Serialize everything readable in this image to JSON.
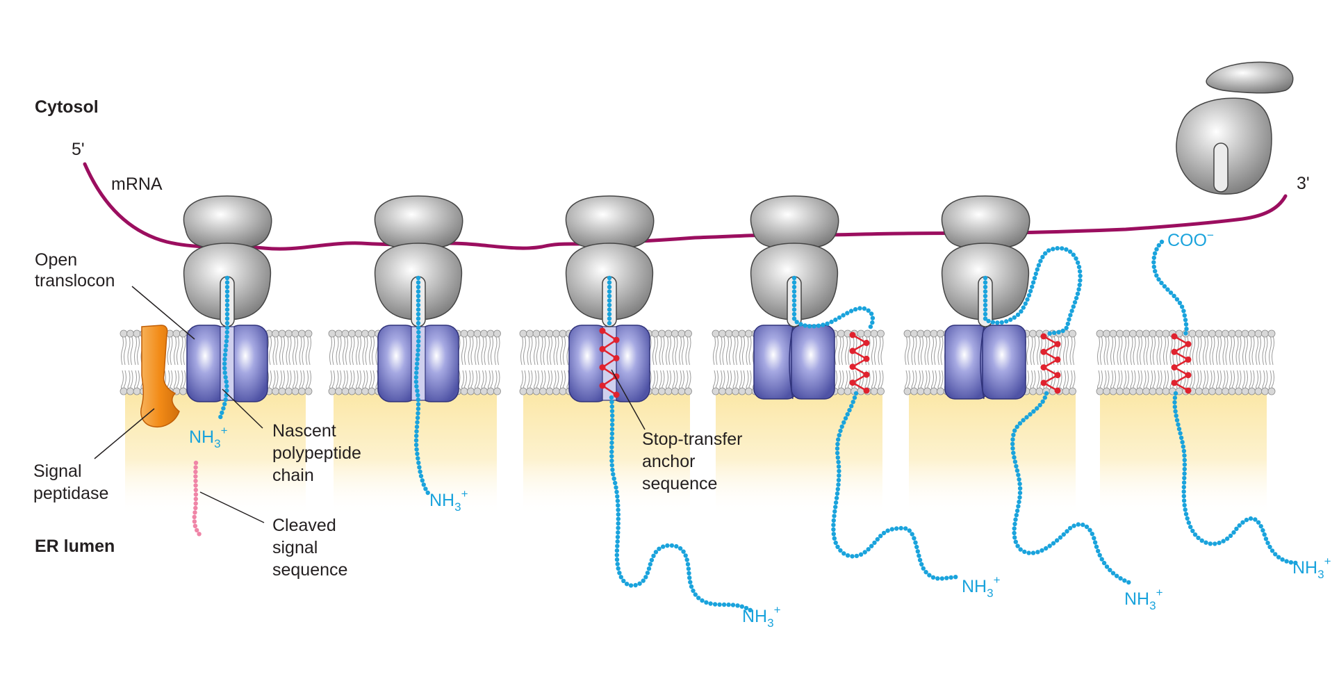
{
  "labels": {
    "cytosol": "Cytosol",
    "er_lumen": "ER lumen",
    "five_prime": "5'",
    "three_prime": "3'",
    "mrna": "mRNA",
    "open_translocon": [
      "Open",
      "translocon"
    ],
    "signal_peptidase": [
      "Signal",
      "peptidase"
    ],
    "nascent_chain": [
      "Nascent",
      "polypeptide",
      "chain"
    ],
    "cleaved_signal": [
      "Cleaved",
      "signal",
      "sequence"
    ],
    "stop_transfer": [
      "Stop-transfer",
      "anchor",
      "sequence"
    ]
  },
  "terminals": {
    "amino_base": "NH",
    "amino_sub": "3",
    "amino_sup": "+",
    "carboxyl": "COO",
    "carboxyl_sup": "−"
  },
  "stages": [
    {
      "stage": 1,
      "translocon": "open",
      "anchor_in_membrane": false,
      "signal_cleaved": true
    },
    {
      "stage": 2,
      "translocon": "open",
      "anchor_in_membrane": false,
      "signal_cleaved": false
    },
    {
      "stage": 3,
      "translocon": "open",
      "anchor_in_membrane": true,
      "signal_cleaved": false
    },
    {
      "stage": 4,
      "translocon": "closed",
      "anchor_in_membrane": true,
      "signal_cleaved": false
    },
    {
      "stage": 5,
      "translocon": "closed",
      "anchor_in_membrane": true,
      "signal_cleaved": false
    },
    {
      "stage": 6,
      "translocon": "none",
      "anchor_in_membrane": true,
      "signal_cleaved": false
    }
  ],
  "colors": {
    "mrna": "#9b0e5f",
    "polypeptide": "#1aa3dc",
    "anchor": "#e0222e",
    "cleaved_signal": "#ef85a7",
    "translocon": "#6f74c4",
    "ribosome": "#a4a4a4",
    "signal_peptidase": "#f39a2e",
    "lumen": "#fdf0c4"
  }
}
